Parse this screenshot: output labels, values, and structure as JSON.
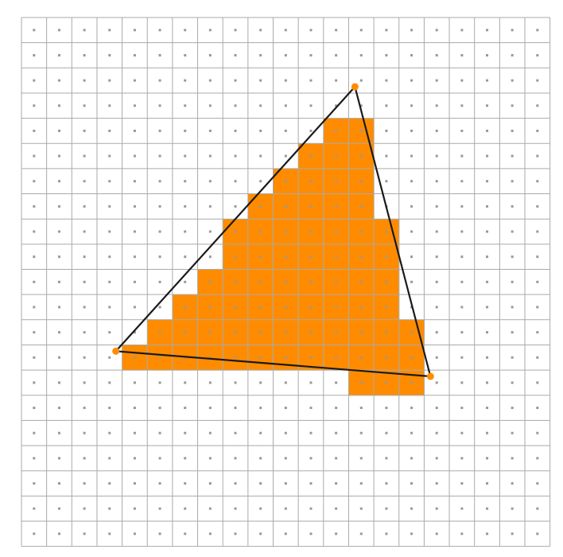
{
  "grid": {
    "columns": 21,
    "rows": 21
  },
  "colors": {
    "fill": "#ff8c00",
    "grid_line": "#aaaaaa",
    "grid_dot": "#999999",
    "edge": "#1a1a1a",
    "vertex": "#ff8c00"
  },
  "triangle": {
    "vertices": [
      {
        "x": 13.25,
        "y": 2.75
      },
      {
        "x": 3.75,
        "y": 13.25
      },
      {
        "x": 16.25,
        "y": 14.25
      }
    ]
  },
  "filled_cells": [
    {
      "row": 4,
      "cols": [
        12,
        13
      ]
    },
    {
      "row": 5,
      "cols": [
        11,
        12,
        13
      ]
    },
    {
      "row": 6,
      "cols": [
        10,
        11,
        12,
        13
      ]
    },
    {
      "row": 7,
      "cols": [
        9,
        10,
        11,
        12,
        13
      ]
    },
    {
      "row": 8,
      "cols": [
        8,
        9,
        10,
        11,
        12,
        13,
        14
      ]
    },
    {
      "row": 9,
      "cols": [
        8,
        9,
        10,
        11,
        12,
        13,
        14
      ]
    },
    {
      "row": 10,
      "cols": [
        7,
        8,
        9,
        10,
        11,
        12,
        13,
        14
      ]
    },
    {
      "row": 11,
      "cols": [
        6,
        7,
        8,
        9,
        10,
        11,
        12,
        13,
        14
      ]
    },
    {
      "row": 12,
      "cols": [
        5,
        6,
        7,
        8,
        9,
        10,
        11,
        12,
        13,
        14,
        15
      ]
    },
    {
      "row": 13,
      "cols": [
        4,
        5,
        6,
        7,
        8,
        9,
        10,
        11,
        12,
        13,
        14,
        15
      ]
    },
    {
      "row": 14,
      "cols": [
        13,
        14,
        15
      ]
    }
  ]
}
